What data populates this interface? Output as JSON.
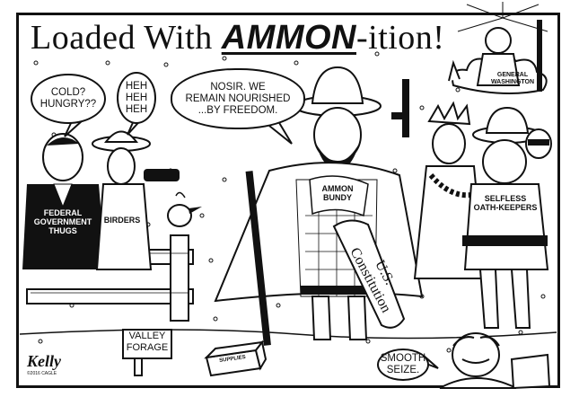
{
  "title": {
    "prefix": "Loaded With ",
    "highlight": "AMMON",
    "suffix": "-ition!"
  },
  "bubbles": {
    "thugs": "COLD?\nHUNGRY??",
    "birders": "HEH\nHEH\nHEH",
    "ammon": "NOSIR. WE\nREMAIN NOURISHED\n...BY FREEDOM.",
    "bottom": "SMOOTH\nSEIZE."
  },
  "labels": {
    "thugs": "FEDERAL\nGOVERNMENT\nTHUGS",
    "birders": "BIRDERS",
    "ammon": "AMMON\nBUNDY",
    "constitution": "U.S.\nConstitution",
    "oath_keepers": "SELFLESS\nOATH-KEEPERS",
    "washington": "GENERAL\nWASHINGTON",
    "supplies": "SUPPLIES"
  },
  "sign": "VALLEY\nFORAGE",
  "signature": {
    "name": "Kelly",
    "copyright": "©2016 CAGLE"
  },
  "colors": {
    "ink": "#111111",
    "paper": "#ffffff"
  }
}
